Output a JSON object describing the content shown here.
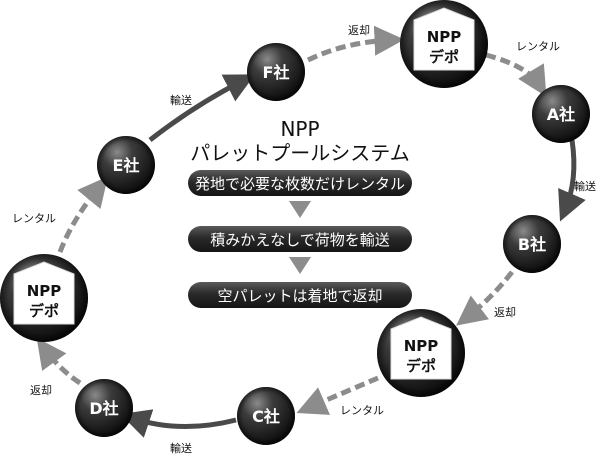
{
  "title": {
    "line1": "NPP",
    "line2": "パレットプールシステム"
  },
  "steps": [
    "発地で必要な枚数だけレンタル",
    "積みかえなしで荷物を輸送",
    "空パレットは着地で返却"
  ],
  "nodes": {
    "company_a": "A社",
    "company_b": "B社",
    "company_c": "C社",
    "company_d": "D社",
    "company_e": "E社",
    "company_f": "F社",
    "depot_line1": "NPP",
    "depot_line2": "デポ"
  },
  "edges": {
    "return": "返却",
    "rental": "レンタル",
    "transport": "輸送"
  }
}
